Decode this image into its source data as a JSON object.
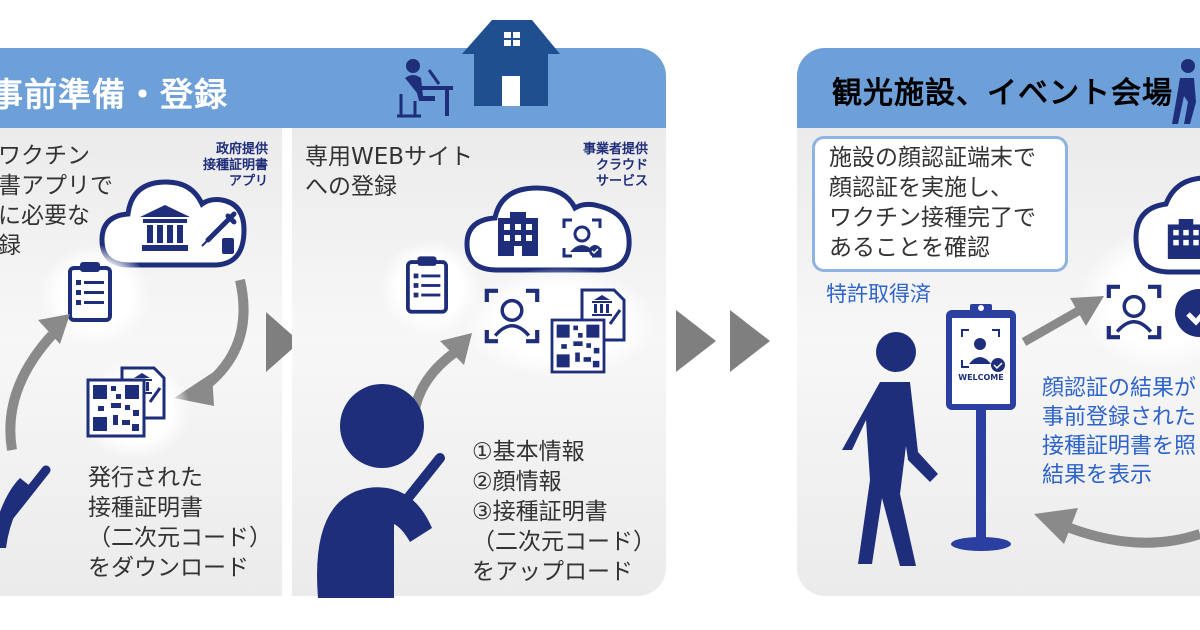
{
  "left_section": {
    "title": "事前準備・登録",
    "panel1": {
      "intro_lines": [
        "ワクチン",
        "書アプリで",
        "に必要な",
        "録"
      ],
      "cloud_label_lines": [
        "政府提供",
        "接種証明書",
        "アプリ"
      ],
      "download_lines": [
        "発行された",
        "接種証明書",
        "（二次元コード）",
        "をダウンロード"
      ]
    },
    "panel2": {
      "intro_lines": [
        "専用WEBサイト",
        "への登録"
      ],
      "cloud_label_lines": [
        "事業者提供",
        "クラウド",
        "サービス"
      ],
      "upload_lines": [
        "①基本情報",
        "②顔情報",
        "③接種証明書",
        "（二次元コード）",
        "をアップロード"
      ]
    }
  },
  "right_section": {
    "title": "観光施設、イベント会場",
    "callout_lines": [
      "施設の顔認証端末で",
      "顔認証を実施し、",
      "ワクチン接種完了で",
      "あることを確認"
    ],
    "patent": "特許取得済",
    "kiosk_screen_text": "WELCOME",
    "result_lines": [
      "顔認証の結果が",
      "事前登録された",
      "接種証明書を照",
      "結果を表示"
    ]
  },
  "colors": {
    "banner": "#6d9fd8",
    "navy": "#1f2e7a",
    "accent_blue": "#2e63c9",
    "panel_gray": "#ebebeb",
    "arrow_gray": "#8a8a8a"
  },
  "icons": [
    "person-at-desk-icon",
    "house-icon",
    "cloud-icon",
    "bank-icon",
    "syringe-icon",
    "clipboard-icon",
    "qr-code-icon",
    "face-scan-icon",
    "office-building-icon",
    "walking-person-icon",
    "person-with-phone-icon",
    "kiosk-icon",
    "checkmark-icon"
  ]
}
